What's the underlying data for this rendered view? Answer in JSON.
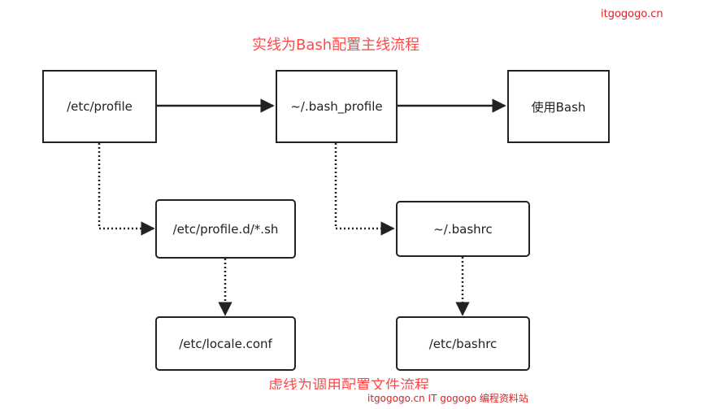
{
  "watermark_top": "itgogogo.cn",
  "title_solid": "实线为Bash配置主线流程",
  "title_dotted": "虚线为调用配置文件流程",
  "watermark_bottom": "itgogogo.cn IT gogogo 编程资料站",
  "nodes": {
    "etc_profile": "/etc/profile",
    "bash_profile": "~/.bash_profile",
    "use_bash": "使用Bash",
    "profile_d": "/etc/profile.d/*.sh",
    "bashrc_home": "~/.bashrc",
    "locale_conf": "/etc/locale.conf",
    "etc_bashrc": "/etc/bashrc"
  },
  "colors": {
    "title": "#ff4a4a",
    "watermark": "#e02020",
    "line": "#222222"
  }
}
